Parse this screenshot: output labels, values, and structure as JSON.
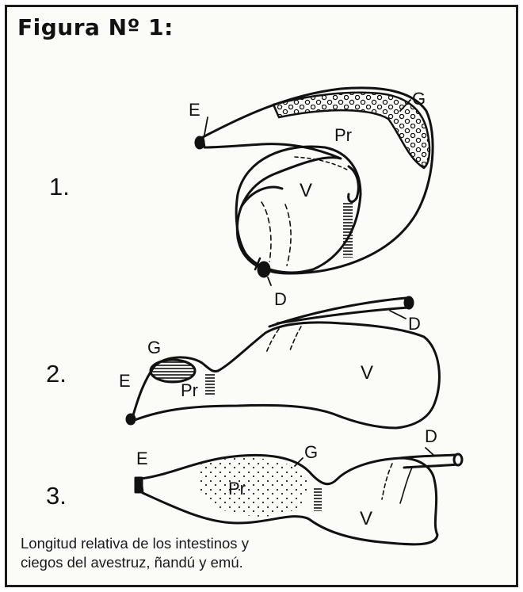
{
  "figure": {
    "title": "Figura Nº 1:",
    "caption_line1": "Longitud relativa de los intestinos y",
    "caption_line2": "ciegos del avestruz, ñandú y emú."
  },
  "diagrams": [
    {
      "number": "1.",
      "labels": {
        "E": "E",
        "G": "G",
        "Pr": "Pr",
        "V": "V",
        "D": "D"
      }
    },
    {
      "number": "2.",
      "labels": {
        "E": "E",
        "G": "G",
        "Pr": "Pr",
        "V": "V",
        "D": "D"
      }
    },
    {
      "number": "3.",
      "labels": {
        "E": "E",
        "G": "G",
        "Pr": "Pr",
        "V": "V",
        "D": "D"
      }
    }
  ]
}
